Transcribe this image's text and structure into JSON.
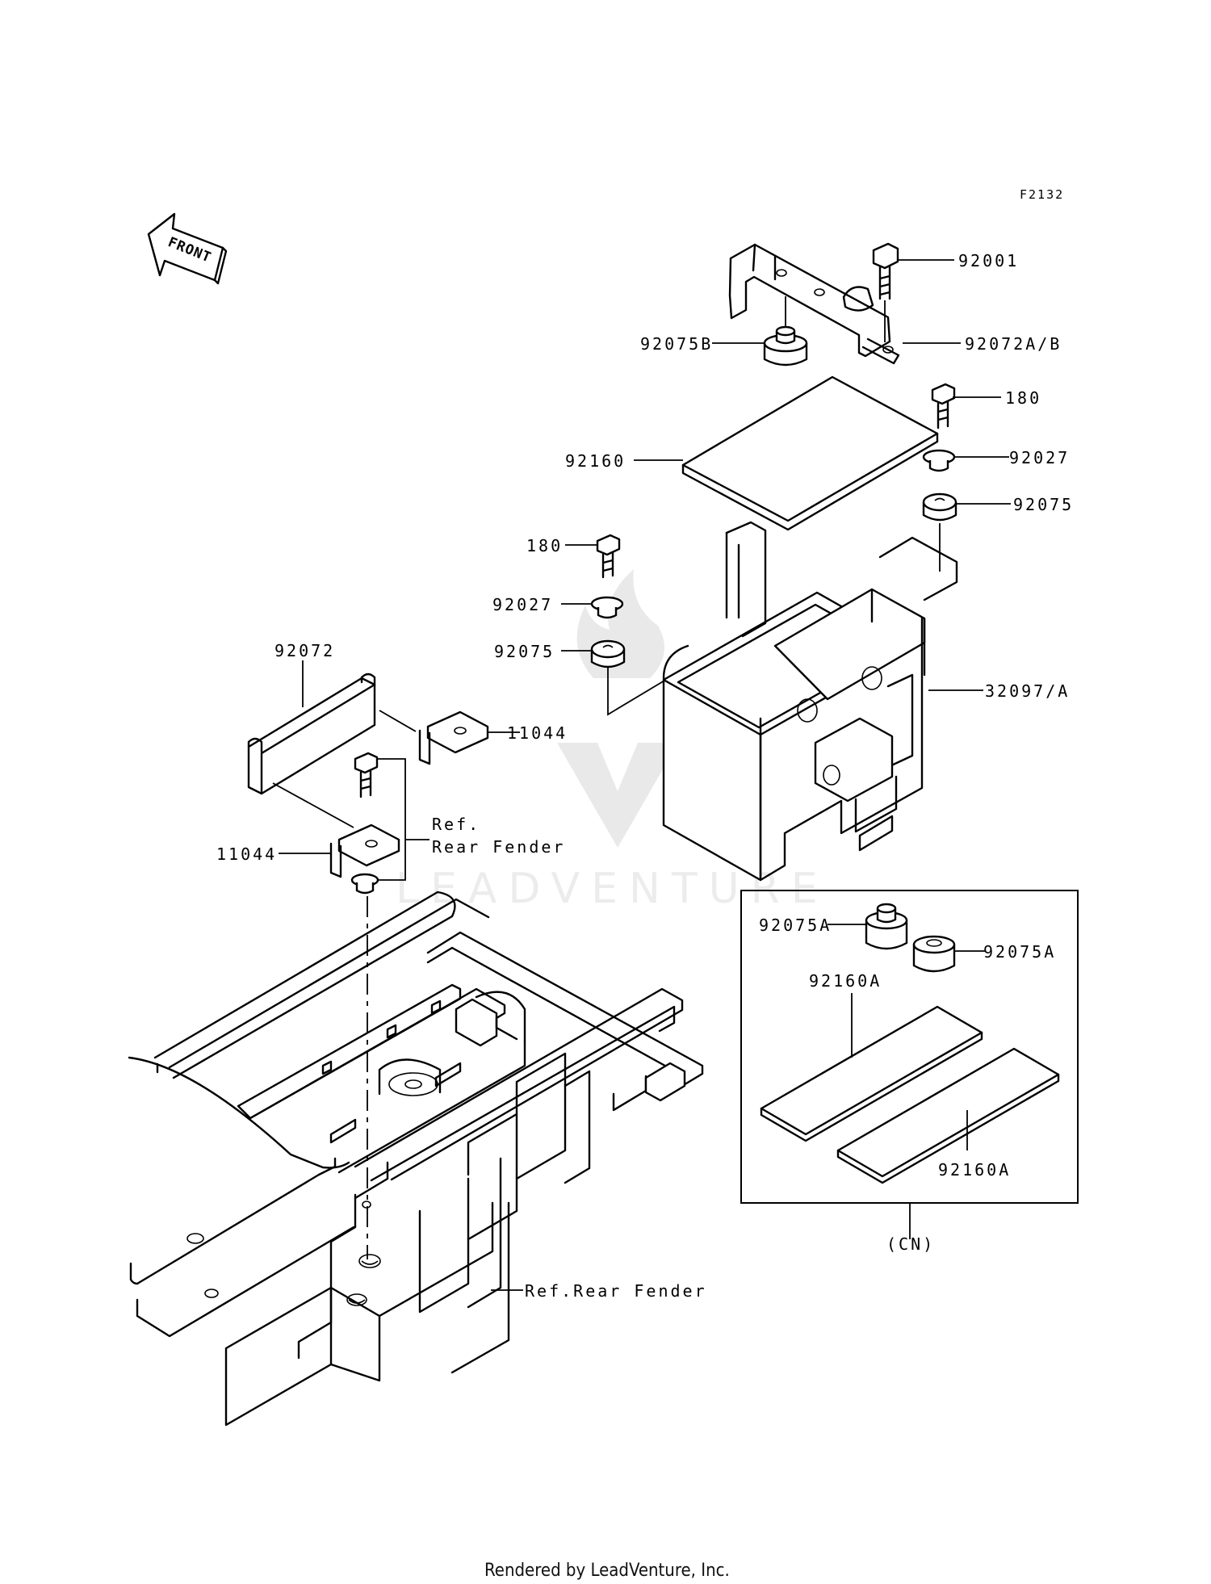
{
  "diagram": {
    "code": "F2132",
    "front_label": "FRONT",
    "watermark": "LEADVENTURE",
    "footer": "Rendered by LeadVenture, Inc.",
    "labels": {
      "p92001": "92001",
      "p92072ab": "92072A/B",
      "p92075b": "92075B",
      "p180_right": "180",
      "p92160": "92160",
      "p92027_right": "92027",
      "p92075_right": "92075",
      "p180_left": "180",
      "p92027_left": "92027",
      "p92075_left": "92075",
      "p32097a": "32097/A",
      "p92072": "92072",
      "p11044_upper": "11044",
      "p11044_lower": "11044",
      "ref_line1": "Ref.",
      "ref_line2": "Rear Fender",
      "ref_rear_fender": "Ref.Rear Fender",
      "kit_92075a_left": "92075A",
      "kit_92075a_right": "92075A",
      "kit_92160a_top": "92160A",
      "kit_92160a_bottom": "92160A",
      "kit_cn": "(CN)"
    }
  }
}
